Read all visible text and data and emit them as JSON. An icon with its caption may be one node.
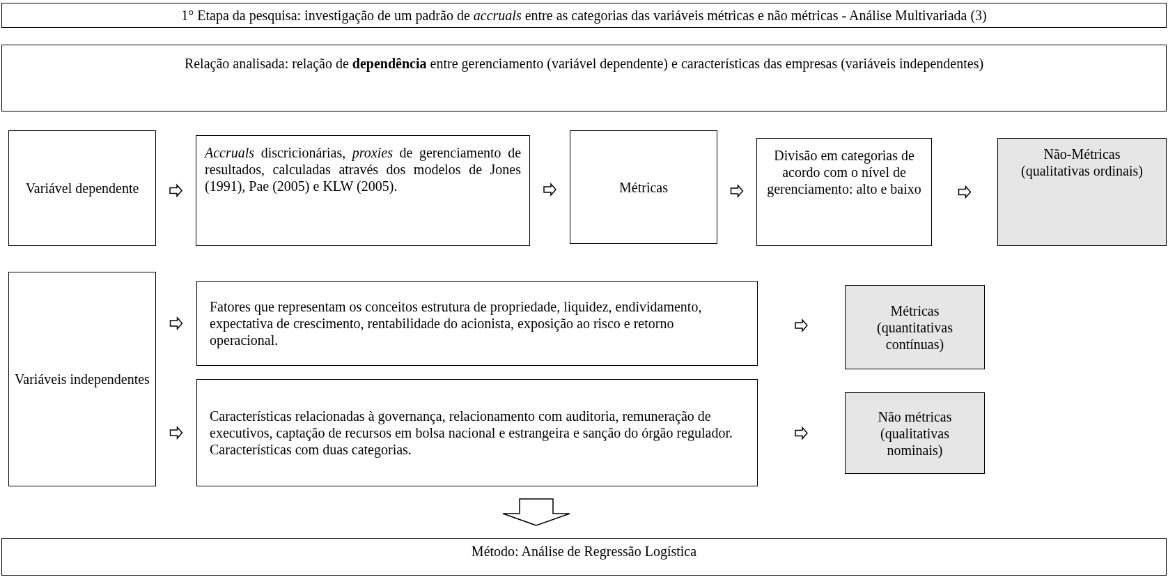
{
  "diagram": {
    "nodes": [
      {
        "text": [
          "1° Etapa da pesquisa: investigação de um padrão de *accruals* entre as categorias das variáveis métricas e não métricas - Análise Multivariada (3)"
        ]
      },
      {
        "text": [
          "Relação analisada: relação de **dependência** entre gerenciamento (variável dependente) e características das empresas (variáveis independentes)"
        ]
      },
      {
        "text": [
          "Variável dependente"
        ]
      },
      {
        "text": [
          "*Accruals* discricionárias, *proxies* de gerenciamento de resultados, calculadas através dos modelos de Jones (1991), Pae (2005) e KLW (2005)."
        ]
      },
      {
        "text": [
          "Métricas"
        ]
      },
      {
        "text": [
          "Divisão em categorias de acordo com o nível de gerenciamento: alto e baixo"
        ]
      },
      {
        "text": [
          "Não-Métricas (qualitativas ordinais)"
        ]
      },
      {
        "text": [
          "Variáveis independentes"
        ]
      },
      {
        "text": [
          "Fatores que representam os conceitos estrutura de propriedade, liquidez, endividamento, expectativa de crescimento, rentabilidade do acionista, exposição ao risco e retorno operacional."
        ]
      },
      {
        "text": [
          "Características relacionadas à governança, relacionamento com auditoria, remuneração de executivos, captação de recursos em bolsa nacional e estrangeira e sanção do órgão regulador. Características com duas categorias."
        ]
      },
      {
        "text": [
          "Métricas (quantitativas contínuas)"
        ]
      },
      {
        "text": [
          "Não métricas (qualitativas nominais)"
        ]
      },
      {
        "text": [
          "Método: Análise de Regressão Logística"
        ]
      }
    ],
    "edges": [
      {
        "from": 2,
        "to": 3,
        "arrow": "to"
      },
      {
        "from": 3,
        "to": 4,
        "arrow": "to"
      },
      {
        "from": 4,
        "to": 5,
        "arrow": "to"
      },
      {
        "from": 5,
        "to": 6,
        "arrow": "to"
      },
      {
        "from": 7,
        "to": 8,
        "arrow": "to"
      },
      {
        "from": 7,
        "to": 9,
        "arrow": "to"
      },
      {
        "from": 8,
        "to": 10,
        "arrow": "to"
      },
      {
        "from": 9,
        "to": 11,
        "arrow": "to"
      },
      {
        "from": 9,
        "to": 12,
        "arrow": "to"
      }
    ]
  }
}
